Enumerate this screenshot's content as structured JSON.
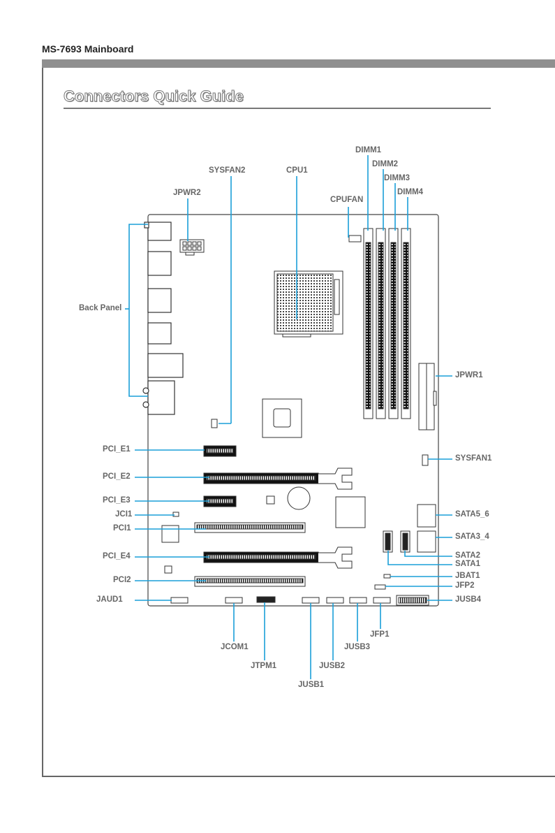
{
  "header": {
    "model": "MS-7693 Mainboard"
  },
  "title": "Connectors Quick Guide",
  "labels": {
    "dimm1": "DIMM1",
    "dimm2": "DIMM2",
    "dimm3": "DIMM3",
    "dimm4": "DIMM4",
    "sysfan2": "SYSFAN2",
    "cpu1": "CPU1",
    "jpwr2": "JPWR2",
    "cpufan": "CPUFAN",
    "back_panel": "Back  Panel",
    "jpwr1": "JPWR1",
    "pci_e1": "PCI_E1",
    "sysfan1": "SYSFAN1",
    "pci_e2": "PCI_E2",
    "pci_e3": "PCI_E3",
    "jci1": "JCI1",
    "sata5_6": "SATA5_6",
    "pci1": "PCI1",
    "sata3_4": "SATA3_4",
    "pci_e4": "PCI_E4",
    "sata2": "SATA2",
    "sata1": "SATA1",
    "jbat1": "JBAT1",
    "pci2": "PCI2",
    "jfp2": "JFP2",
    "jaud1": "JAUD1",
    "jusb4": "JUSB4",
    "jfp1": "JFP1",
    "jcom1": "JCOM1",
    "jusb3": "JUSB3",
    "jtpm1": "JTPM1",
    "jusb2": "JUSB2",
    "jusb1": "JUSB1"
  },
  "colors": {
    "leader": "#1a9fd8",
    "board_outline": "#444444",
    "label": "#666666"
  }
}
